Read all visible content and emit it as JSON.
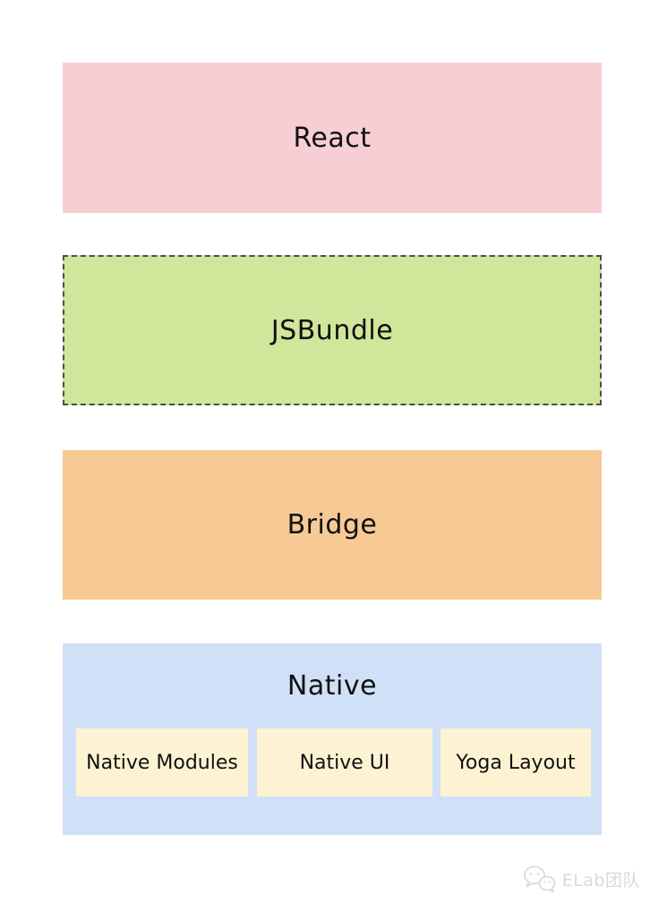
{
  "diagram": {
    "layers": [
      {
        "id": "react",
        "label": "React",
        "fill": "#f6ced4",
        "border": "none"
      },
      {
        "id": "jsbundle",
        "label": "JSBundle",
        "fill": "#d0e69a",
        "border": "2px dashed #4d4d4d"
      },
      {
        "id": "bridge",
        "label": "Bridge",
        "fill": "#f6c995",
        "border": "none"
      },
      {
        "id": "native",
        "label": "Native",
        "fill": "#d0e1f7",
        "border": "none",
        "children": [
          {
            "label": "Native Modules",
            "fill": "#fdf3d3"
          },
          {
            "label": "Native UI",
            "fill": "#fdf3d3"
          },
          {
            "label": "Yoga Layout",
            "fill": "#fdf3d3"
          }
        ]
      }
    ],
    "text_color": "#111111"
  },
  "watermark": {
    "label": "ELab团队",
    "icon": "wechat-icon",
    "color": "#d9d9d9"
  }
}
